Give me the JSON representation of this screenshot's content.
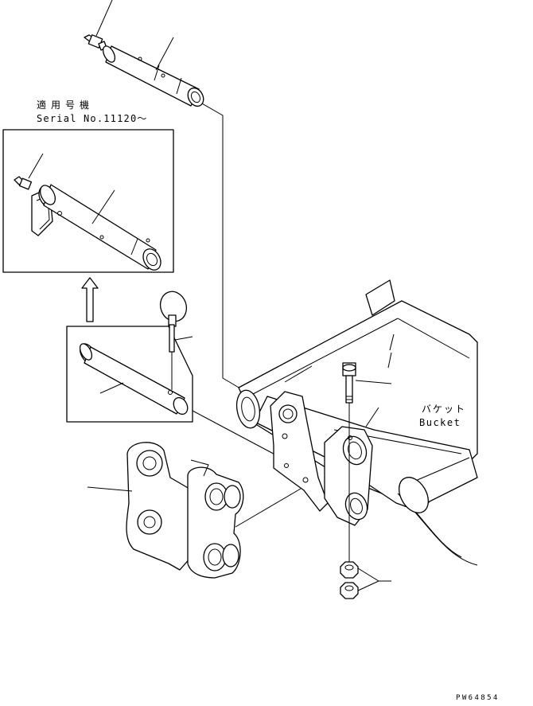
{
  "labels": {
    "applicable_serial_heading": "適用号機",
    "serial_range": "Serial No.11120～",
    "bucket_japanese": "バケット",
    "bucket_english": "Bucket",
    "drawing_number": "PW64854"
  }
}
